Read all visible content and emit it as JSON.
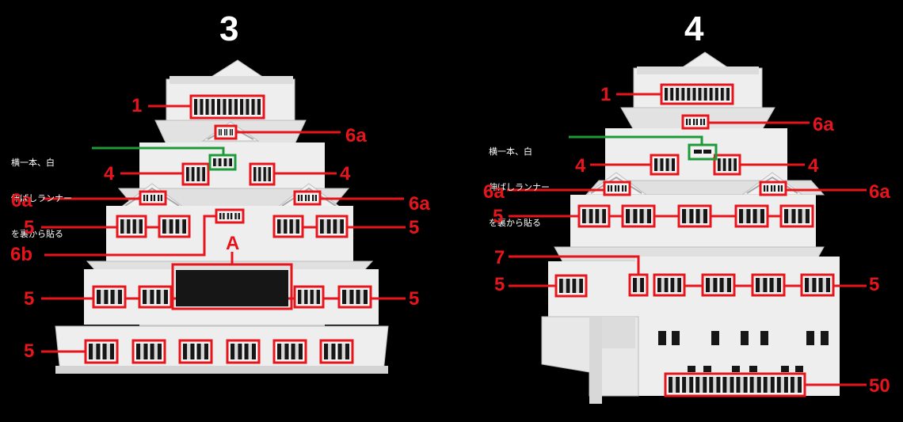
{
  "panels": [
    {
      "title": "3",
      "note_lines": [
        "横一本、白",
        "伸ばしランナー",
        "を裏から貼る"
      ],
      "labels": {
        "top": "1",
        "upper_6a": "6a",
        "left_4": "4",
        "right_4": "4",
        "left_6a": "6a",
        "right_6a": "6a",
        "row1_left_5": "5",
        "row1_right_5": "5",
        "left_6b": "6b",
        "opening": "A",
        "row2_left_5": "5",
        "row2_right_5": "5",
        "row3_left_5": "5"
      }
    },
    {
      "title": "4",
      "note_lines": [
        "横一本、白",
        "伸ばしランナー",
        "を裏から貼る"
      ],
      "labels": {
        "top": "1",
        "upper_6a": "6a",
        "left_4": "4",
        "right_4": "4",
        "left_6a": "6a",
        "right_6a": "6a",
        "row1_left_5": "5",
        "left_7": "7",
        "row2_left_5": "5",
        "row2_right_5": "5",
        "bottom_50": "50"
      }
    }
  ],
  "colors": {
    "background": "#000000",
    "model_white": "#eeeeee",
    "model_shade": "#d2d2d2",
    "callout_red": "#e8141c",
    "note_green": "#1f9a3a",
    "window_dark": "#161616"
  }
}
